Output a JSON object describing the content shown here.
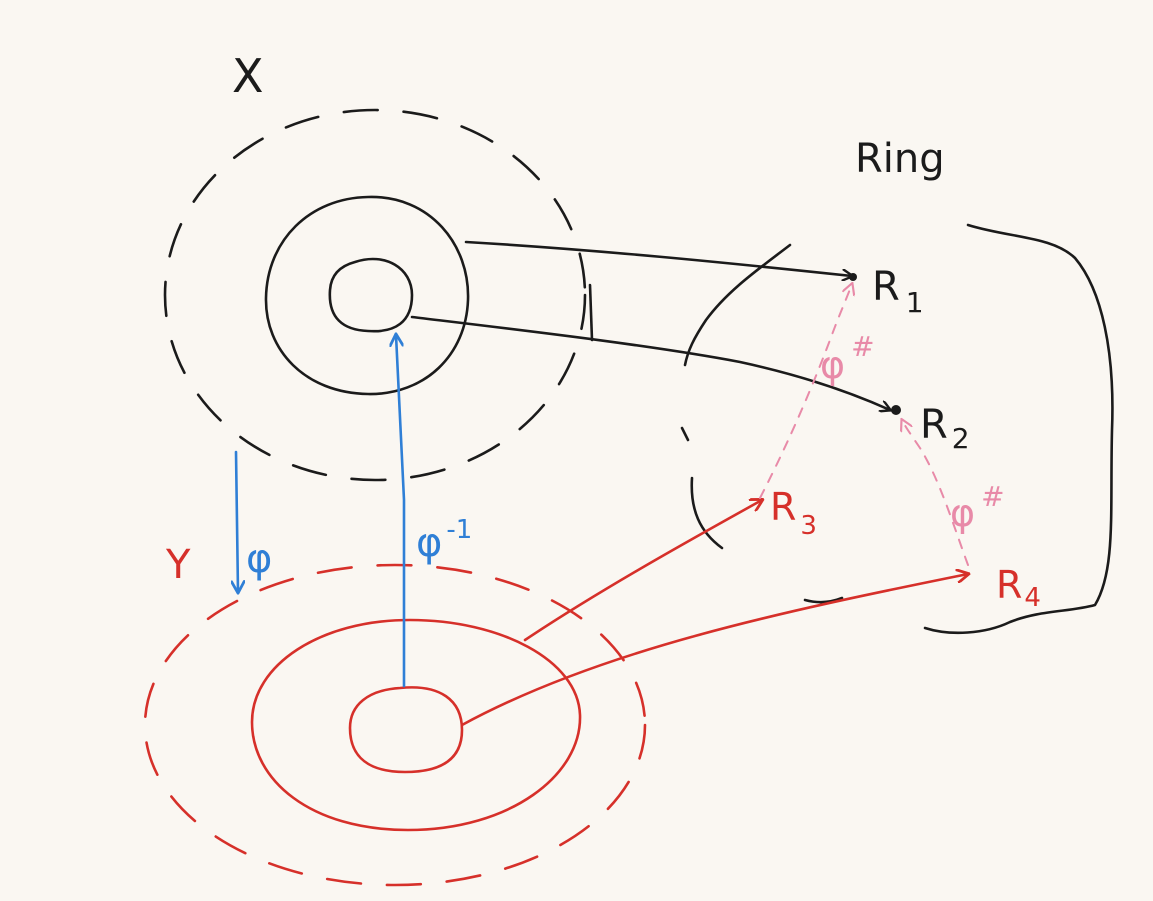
{
  "labels": {
    "space_x": "X",
    "ring": "Ring",
    "r1_main": "R",
    "r1_sub": "1",
    "r2_main": "R",
    "r2_sub": "2",
    "r3_main": "R",
    "r3_sub": "3",
    "r4_main": "R",
    "r4_sub": "4",
    "y_space": "Y",
    "phi_down": "φ",
    "phi_inverse": "φ",
    "phi_inverse_sup": "-1",
    "phi_sharp_upper": "φ",
    "phi_sharp_upper_sup": "#",
    "phi_sharp_lower": "φ",
    "phi_sharp_lower_sup": "#"
  },
  "colors": {
    "background": "#faf7f2",
    "black_ink": "#1b1b1b",
    "red_ink": "#d6302a",
    "blue_ink": "#2f7fd6",
    "pink_ink": "#e88aa8"
  }
}
